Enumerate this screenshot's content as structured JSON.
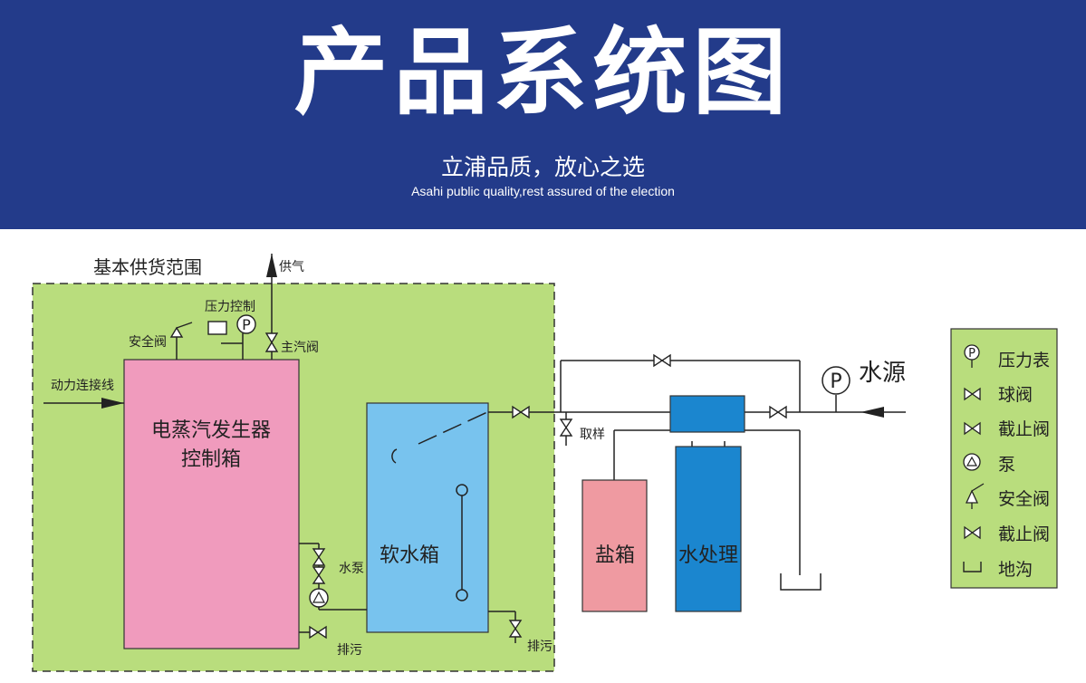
{
  "header": {
    "title": "产品系统图",
    "subtitle_cn": "立浦品质，放心之选",
    "subtitle_en": "Asahi public quality,rest assured of the election",
    "bg_color": "#233b8a"
  },
  "diagram": {
    "scope_label": "基本供货范围",
    "generator_line1": "电蒸汽发生器",
    "generator_line2": "控制箱",
    "soft_tank": "软水箱",
    "salt_box": "盐箱",
    "water_treatment": "水处理",
    "supply_steam": "供气",
    "pressure_control": "压力控制",
    "safety_valve": "安全阀",
    "main_steam_valve": "主汽阀",
    "power_line": "动力连接线",
    "water_pump": "水泵",
    "drain_left": "排污",
    "drain_right": "排污",
    "sampling": "取样",
    "water_source": "水源",
    "colors": {
      "scope_fill": "#b9dd7d",
      "generator": "#f09bbd",
      "soft_tank": "#78c3ee",
      "salt_box": "#ef9aa1",
      "water_treatment": "#1b86cf"
    }
  },
  "legend": {
    "items": [
      {
        "icon": "pressure-gauge-icon",
        "label": "压力表"
      },
      {
        "icon": "ball-valve-icon",
        "label": "球阀"
      },
      {
        "icon": "stop-valve-icon",
        "label": "截止阀"
      },
      {
        "icon": "pump-icon",
        "label": "泵"
      },
      {
        "icon": "safety-valve-icon",
        "label": "安全阀"
      },
      {
        "icon": "stop-valve-icon",
        "label": "截止阀"
      },
      {
        "icon": "floor-drain-icon",
        "label": "地沟"
      }
    ]
  }
}
